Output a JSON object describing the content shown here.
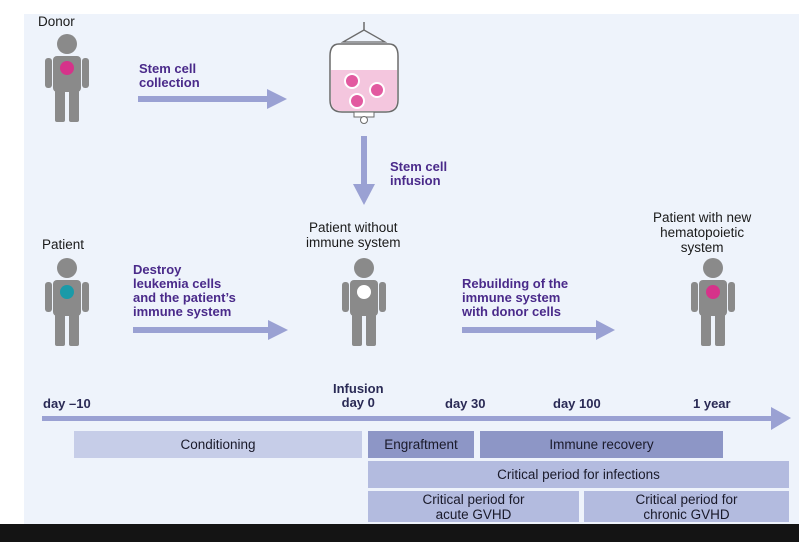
{
  "labels": {
    "donor": "Donor",
    "patient": "Patient",
    "patient_without": [
      "Patient without",
      "immune system"
    ],
    "patient_with": [
      "Patient with new",
      "hematopoietic",
      "system"
    ]
  },
  "steps": {
    "collection": [
      "Stem cell",
      "collection"
    ],
    "infusion": [
      "Stem cell",
      "infusion"
    ],
    "destroy": [
      "Destroy",
      "leukemia cells",
      "and the patient’s",
      "immune system"
    ],
    "rebuild": [
      "Rebuilding of the",
      "immune system",
      "with donor cells"
    ]
  },
  "timeline": {
    "day_minus10": "day –10",
    "infusion_label": "Infusion",
    "day0": "day 0",
    "day30": "day 30",
    "day100": "day 100",
    "year1": "1 year"
  },
  "phases": {
    "conditioning": "Conditioning",
    "engraftment": "Engraftment",
    "immune_recovery": "Immune recovery",
    "infections": "Critical period for infections",
    "acute": [
      "Critical period for",
      "acute GVHD"
    ],
    "chronic": [
      "Critical period for",
      "chronic GVHD"
    ]
  },
  "colors": {
    "figure_gray": "#8a8a8a",
    "arrow": "#9aa1d3",
    "heart_donor": "#d6338a",
    "heart_patient": "#1a9aa8",
    "heart_empty": "#ffffff",
    "heart_new": "#d6338a",
    "step_text": "#4a2a8a",
    "bag_fill": "#f4c6de",
    "cell": "#e25aa0"
  }
}
